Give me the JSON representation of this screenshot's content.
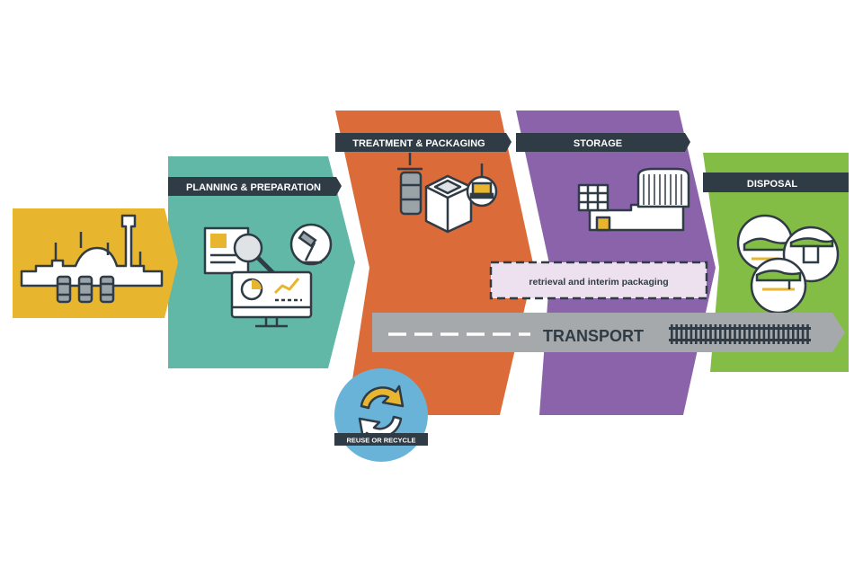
{
  "stages": {
    "planning": {
      "label": "PLANNING & PREPARATION"
    },
    "treatment": {
      "label": "TREATMENT & PACKAGING"
    },
    "storage": {
      "label": "STORAGE"
    },
    "disposal": {
      "label": "DISPOSAL"
    }
  },
  "retrieval": {
    "label": "retrieval and interim packaging"
  },
  "transport": {
    "label": "TRANSPORT"
  },
  "reuse": {
    "label": "REUSE OR RECYCLE"
  },
  "colors": {
    "source": "#e8b52f",
    "planning": "#62b8a7",
    "treatment": "#dc6b3a",
    "storage": "#8a63ab",
    "disposal": "#84bd45",
    "transport": "#a5a9ab",
    "reuse": "#6ab3d8",
    "dark": "#2f3b45"
  },
  "icons": {
    "source": "nuclear-plant-icon",
    "planning": [
      "document-magnifier-icon",
      "microscope-icon",
      "computer-chart-icon"
    ],
    "treatment": [
      "waste-drum-crane-icon",
      "packaging-container-icon",
      "crane-grab-icon"
    ],
    "storage": "storage-facility-icon",
    "disposal": "disposal-sites-icon",
    "transport": "railway-track-icon",
    "reuse": "recycle-arrows-icon"
  }
}
